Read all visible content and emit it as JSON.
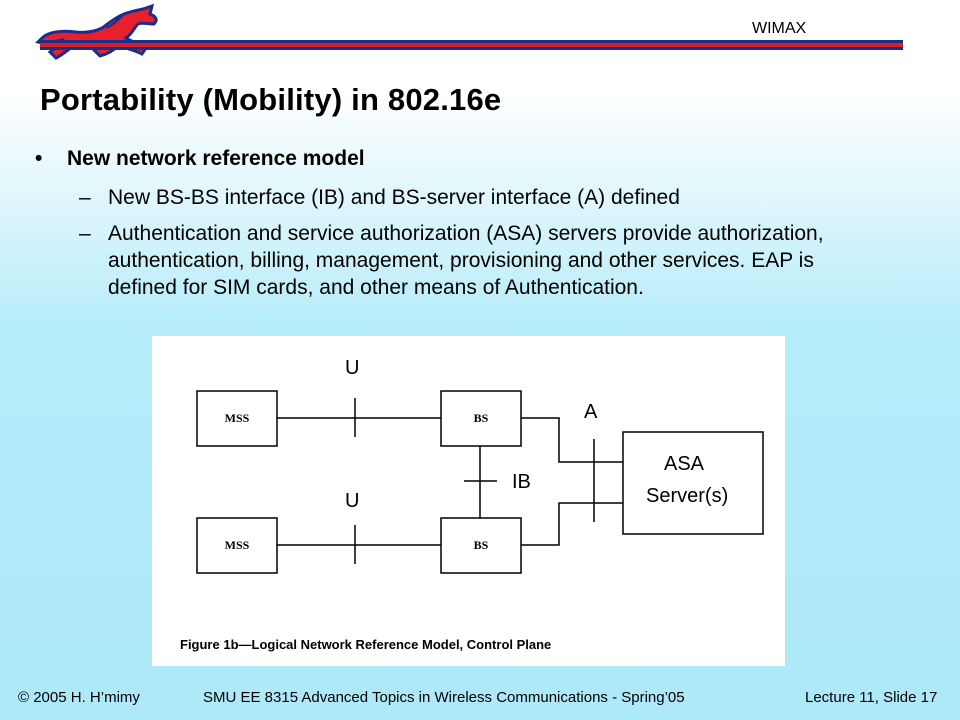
{
  "header": {
    "tag": "WIMAX"
  },
  "slide": {
    "title": "Portability (Mobility) in 802.16e",
    "bullet_mark": "•",
    "sub_mark": "–",
    "bullet": "New network reference model",
    "subbullets": [
      "New BS-BS interface (IB) and BS-server interface (A) defined",
      "Authentication and service authorization (ASA) servers provide authorization, authentication, billing, management, provisioning and other services. EAP is defined for SIM cards, and other means of Authentication."
    ]
  },
  "figure": {
    "mss_top": "MSS",
    "mss_bottom": "MSS",
    "bs_top": "BS",
    "bs_bottom": "BS",
    "label_u_top": "U",
    "label_u_bottom": "U",
    "label_a": "A",
    "label_ib": "IB",
    "asa_line1": "ASA",
    "asa_line2": "Server(s)",
    "caption": "Figure 1b—Logical Network Reference Model, Control Plane"
  },
  "footer": {
    "left": "© 2005 H. H’mimy",
    "center": "SMU EE 8315 Advanced Topics in Wireless Communications - Spring’05",
    "right": "Lecture 11, Slide 17"
  },
  "colors": {
    "logo_red": "#e8202a",
    "logo_blue": "#1a2f8c",
    "rule_blue": "#1a2f8c",
    "rule_red": "#d42027"
  }
}
